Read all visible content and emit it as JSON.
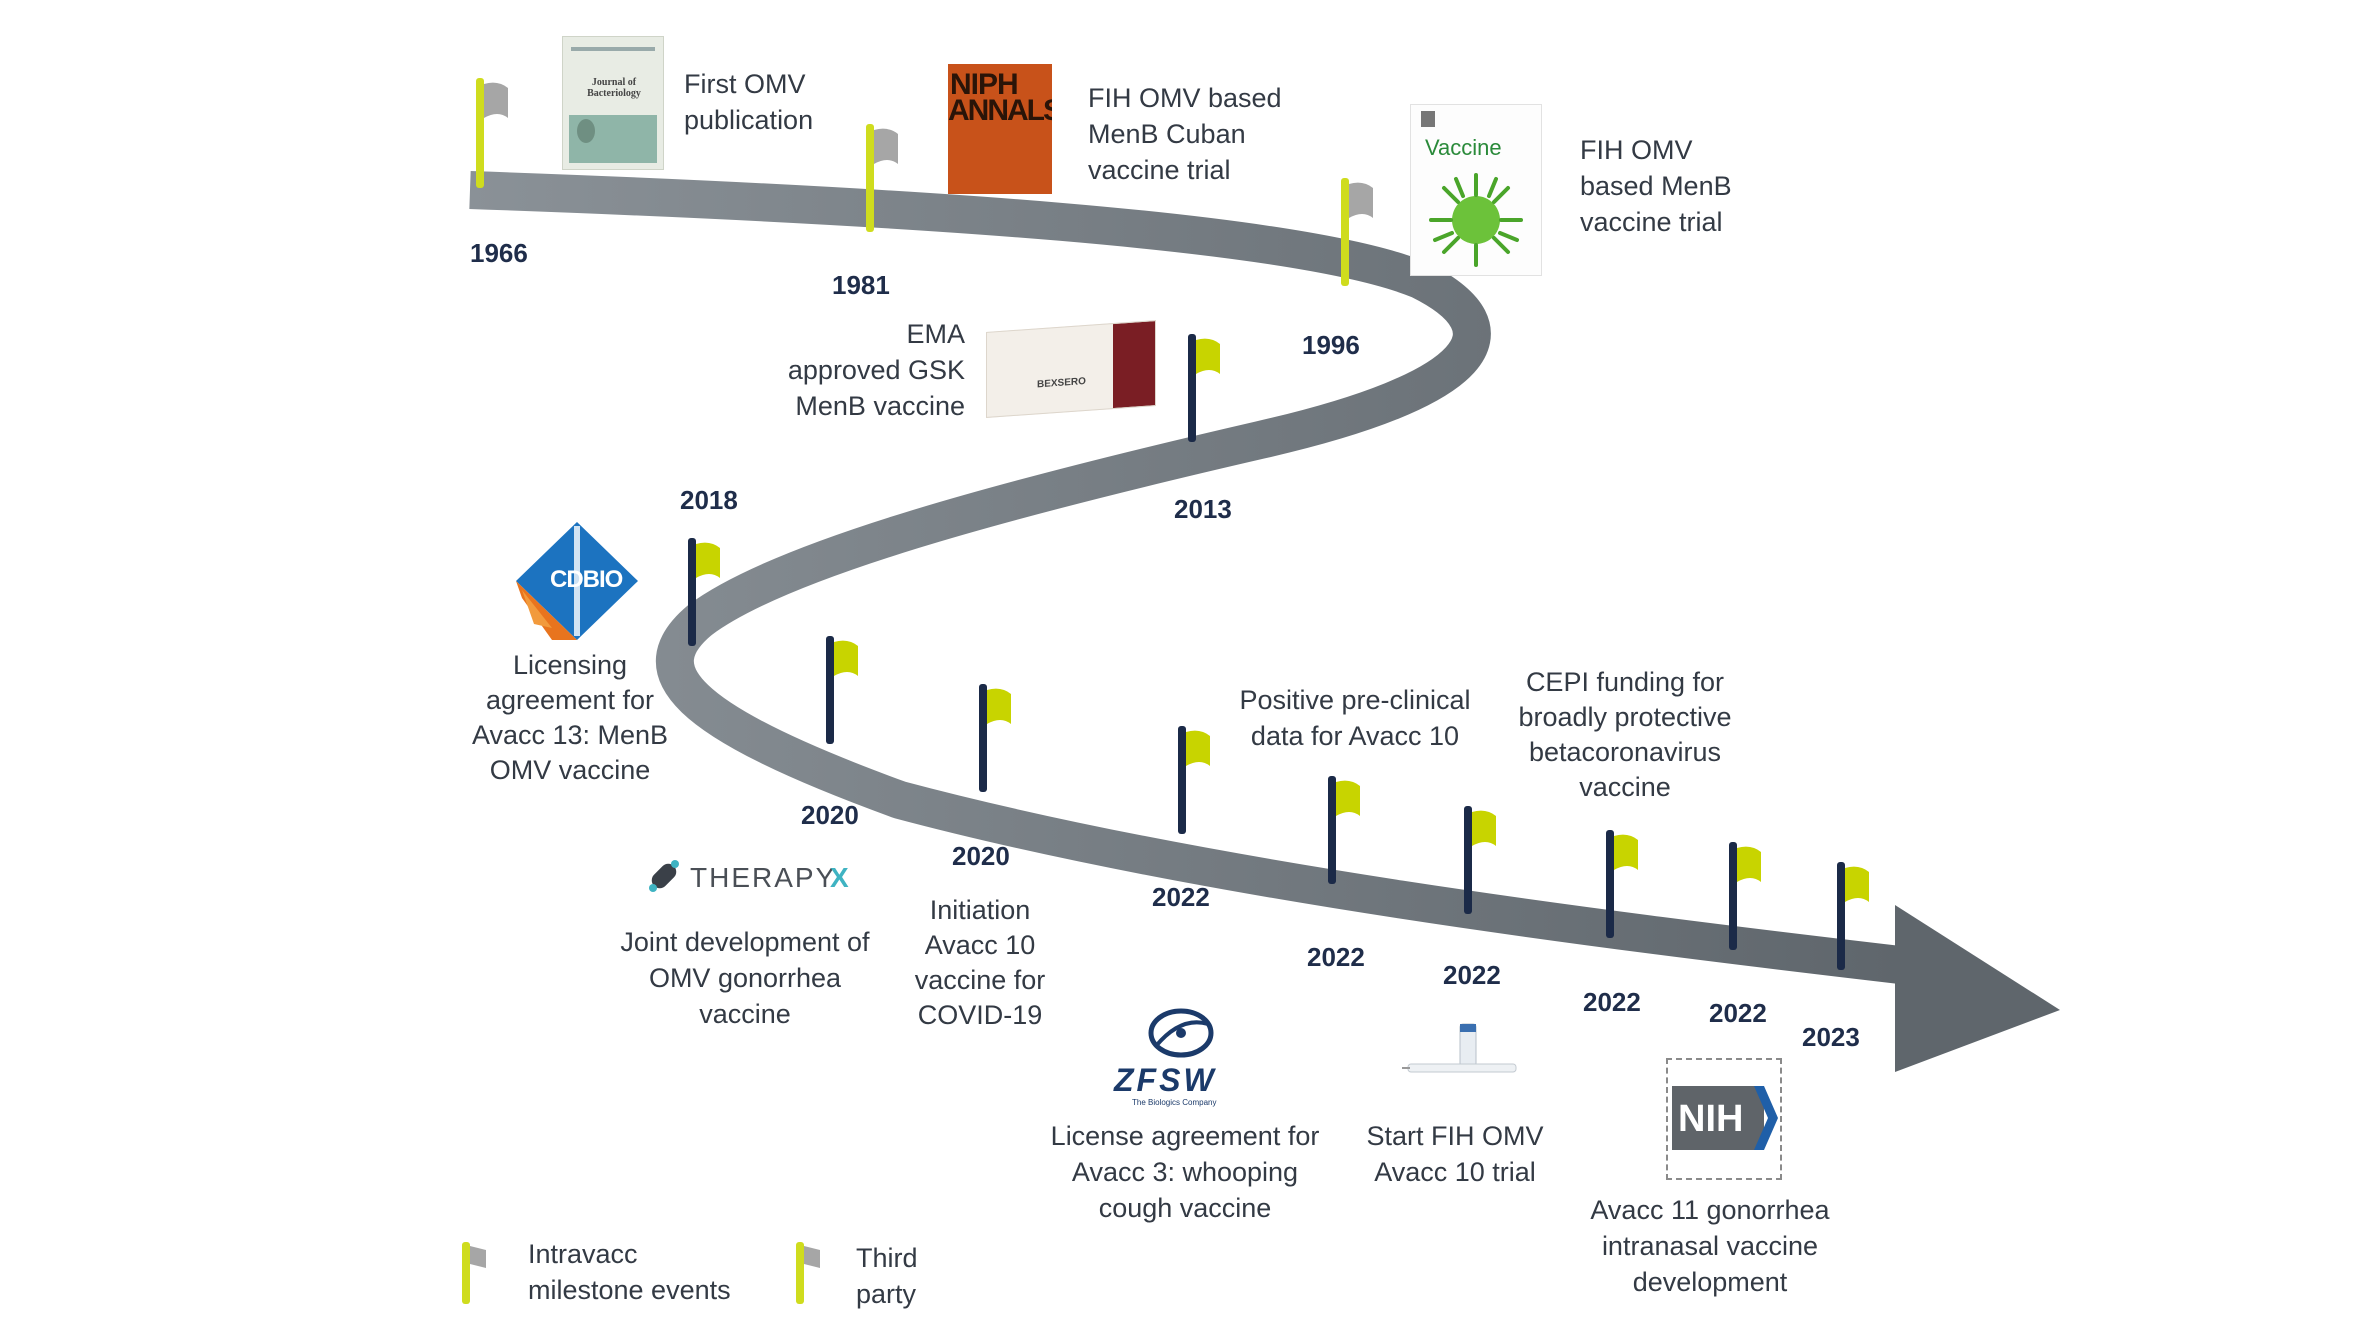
{
  "milestones": [
    {
      "year": "1966",
      "lines": [
        "First OMV",
        "publication"
      ]
    },
    {
      "year": "1981",
      "lines": [
        "FIH OMV based",
        "MenB Cuban",
        "vaccine trial"
      ]
    },
    {
      "year": "1996",
      "lines": [
        "FIH OMV",
        "based MenB",
        "vaccine trial"
      ]
    },
    {
      "year": "2013",
      "lines": [
        "EMA",
        "approved GSK",
        "MenB vaccine"
      ]
    },
    {
      "year": "2018",
      "lines": [
        "Licensing",
        "agreement for",
        "Avacc 13: MenB",
        "OMV vaccine"
      ]
    },
    {
      "year": "2020",
      "lines": [
        "Joint development of",
        "OMV gonorrhea",
        "vaccine"
      ]
    },
    {
      "year": "2020",
      "lines": [
        "Initiation",
        "Avacc 10",
        "vaccine for",
        "COVID-19"
      ]
    },
    {
      "year": "2022",
      "lines": [
        "License agreement for",
        "Avacc 3: whooping",
        "cough vaccine"
      ]
    },
    {
      "year": "2022",
      "lines": [
        "Positive pre-clinical",
        "data for Avacc 10"
      ]
    },
    {
      "year": "2022",
      "lines": [
        "Start FIH OMV",
        "Avacc 10 trial"
      ]
    },
    {
      "year": "2022",
      "lines": [
        "CEPI funding for",
        "broadly protective",
        "betacoronavirus",
        "vaccine"
      ]
    },
    {
      "year": "2022",
      "lines": []
    },
    {
      "year": "2023",
      "lines": [
        "Avacc 11 gonorrhea",
        "intranasal vaccine",
        "development"
      ]
    }
  ],
  "logos": {
    "journal_title": "Journal of Bacteriology",
    "niph_top": "NIPH",
    "niph_bottom": "ANNALS",
    "vaccine_title": "Vaccine",
    "bexsero": "BEXSERO",
    "cdbio": "CDBIO",
    "therapyx_main": "THERAPY",
    "therapyx_x": "X",
    "zfsw": "ZFSW",
    "zfsw_sub": "The Biologics Company",
    "nih": "NIH"
  },
  "legend": {
    "intravacc": [
      "Intravacc",
      "milestone events"
    ],
    "third_party": [
      "Third",
      "party"
    ]
  },
  "colors": {
    "road": "#7f868c",
    "road_dark": "#5b6167",
    "intravacc_flag": "#c8d400",
    "third_party_flag": "#c8d400",
    "intravacc_pole": "#cfdc1e",
    "third_party_pole": "#1b2a48",
    "grey_flag": "#a6a6a6",
    "text": "#333a44",
    "year_text": "#1f2d4a"
  }
}
